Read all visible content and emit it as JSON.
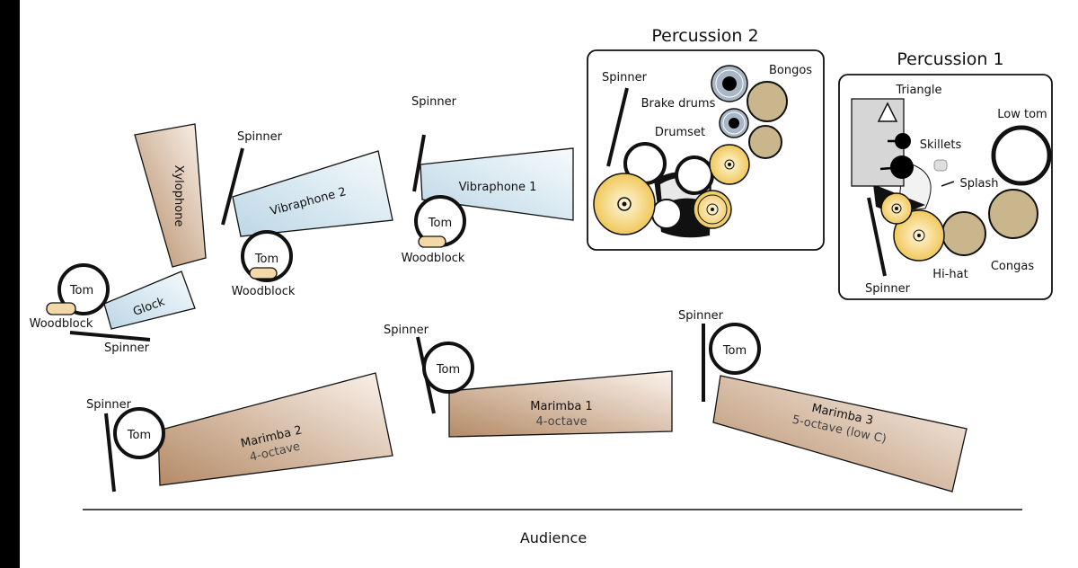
{
  "colors": {
    "wood": "#c9a88a",
    "metal": "#d2e6f0",
    "cymbal": "#f3cf6a",
    "bongo": "#c9b68c",
    "brake": "#a8b6c6",
    "woodblock": "#f3d9a8"
  },
  "left_group": {
    "xylophone": "Xylophone",
    "glock": "Glock",
    "tom": "Tom",
    "woodblock": "Woodblock",
    "spinner": "Spinner",
    "spinner_top": "Spinner"
  },
  "vib2_group": {
    "vibraphone": "Vibraphone 2",
    "tom": "Tom",
    "woodblock": "Woodblock"
  },
  "vib1_group": {
    "spinner": "Spinner",
    "vibraphone": "Vibraphone 1",
    "tom": "Tom",
    "woodblock": "Woodblock"
  },
  "percussion2": {
    "title": "Percussion 2",
    "spinner": "Spinner",
    "brake_drums": "Brake drums",
    "bongos": "Bongos",
    "drumset": "Drumset"
  },
  "percussion1": {
    "title": "Percussion 1",
    "triangle": "Triangle",
    "skillets": "Skillets",
    "low_tom": "Low tom",
    "splash": "Splash",
    "hi_hat": "Hi-hat",
    "congas": "Congas",
    "spinner": "Spinner"
  },
  "marimba2": {
    "spinner": "Spinner",
    "tom": "Tom",
    "name": "Marimba 2",
    "size": "4-octave"
  },
  "marimba1": {
    "spinner": "Spinner",
    "tom": "Tom",
    "name": "Marimba 1",
    "size": "4-octave"
  },
  "marimba3": {
    "spinner": "Spinner",
    "tom": "Tom",
    "name": "Marimba 3",
    "size": "5-octave (low C)"
  },
  "audience": "Audience"
}
